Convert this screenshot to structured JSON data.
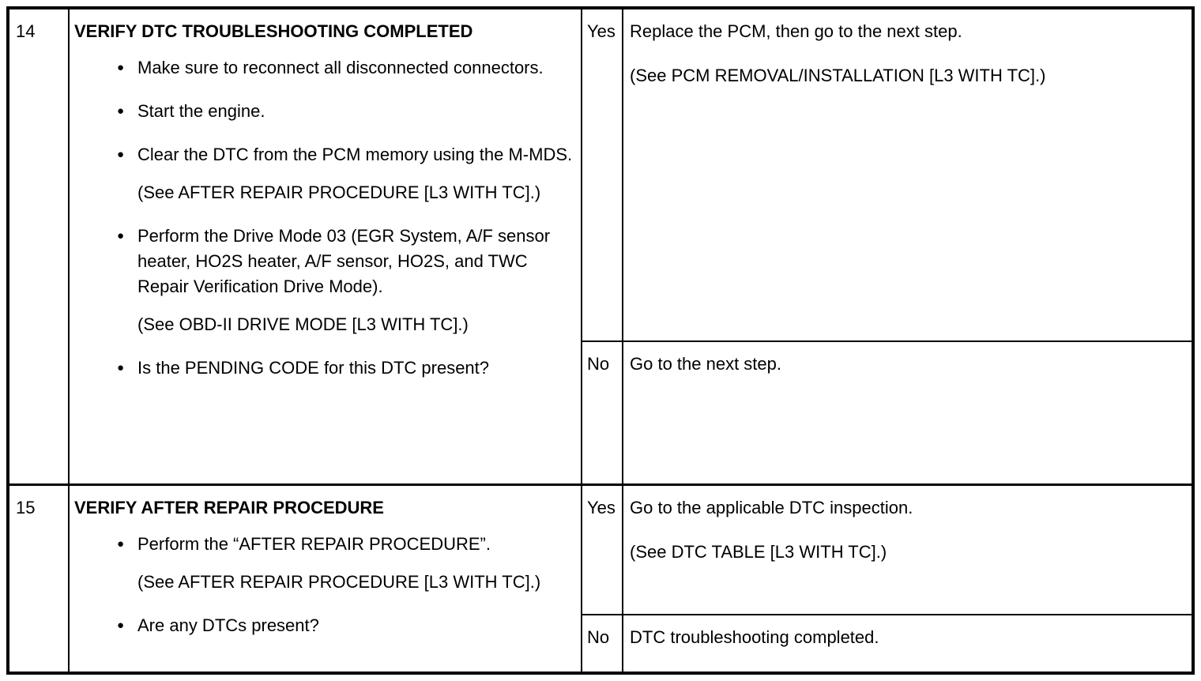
{
  "page": {
    "background": "#ffffff",
    "border_color": "#000000",
    "text_color": "#000000"
  },
  "table": {
    "bullet_glyph": "●",
    "columns": [
      "step",
      "action",
      "yes_no",
      "result"
    ],
    "rows": [
      {
        "step": "14",
        "title": "VERIFY DTC TROUBLESHOOTING COMPLETED",
        "items": [
          {
            "type": "bullet",
            "text": "Make sure to reconnect all disconnected connectors."
          },
          {
            "type": "bullet",
            "text": "Start the engine."
          },
          {
            "type": "bullet",
            "text": "Clear the DTC from the PCM memory using the M-MDS."
          },
          {
            "type": "note",
            "text": "(See AFTER REPAIR PROCEDURE [L3 WITH TC].)"
          },
          {
            "type": "bullet",
            "text": "Perform the Drive Mode 03 (EGR System, A/F sensor heater, HO2S heater, A/F sensor, HO2S, and TWC Repair Verification Drive Mode)."
          },
          {
            "type": "note",
            "text": "(See OBD-II DRIVE MODE [L3 WITH TC].)"
          },
          {
            "type": "bullet",
            "text": "Is the PENDING CODE for this DTC present?"
          }
        ],
        "yes_label": "Yes",
        "yes_result": [
          "Replace the PCM, then go to the next step.",
          "(See PCM REMOVAL/INSTALLATION [L3 WITH TC].)"
        ],
        "no_label": "No",
        "no_result": [
          "Go to the next step."
        ]
      },
      {
        "step": "15",
        "title": "VERIFY AFTER REPAIR PROCEDURE",
        "items": [
          {
            "type": "bullet",
            "text": "Perform the “AFTER REPAIR PROCEDURE”."
          },
          {
            "type": "note",
            "text": "(See AFTER REPAIR PROCEDURE [L3 WITH TC].)"
          },
          {
            "type": "bullet",
            "text": "Are any DTCs present?"
          }
        ],
        "yes_label": "Yes",
        "yes_result": [
          "Go to the applicable DTC inspection.",
          "(See DTC TABLE [L3 WITH TC].)"
        ],
        "no_label": "No",
        "no_result": [
          "DTC troubleshooting completed."
        ]
      }
    ]
  }
}
